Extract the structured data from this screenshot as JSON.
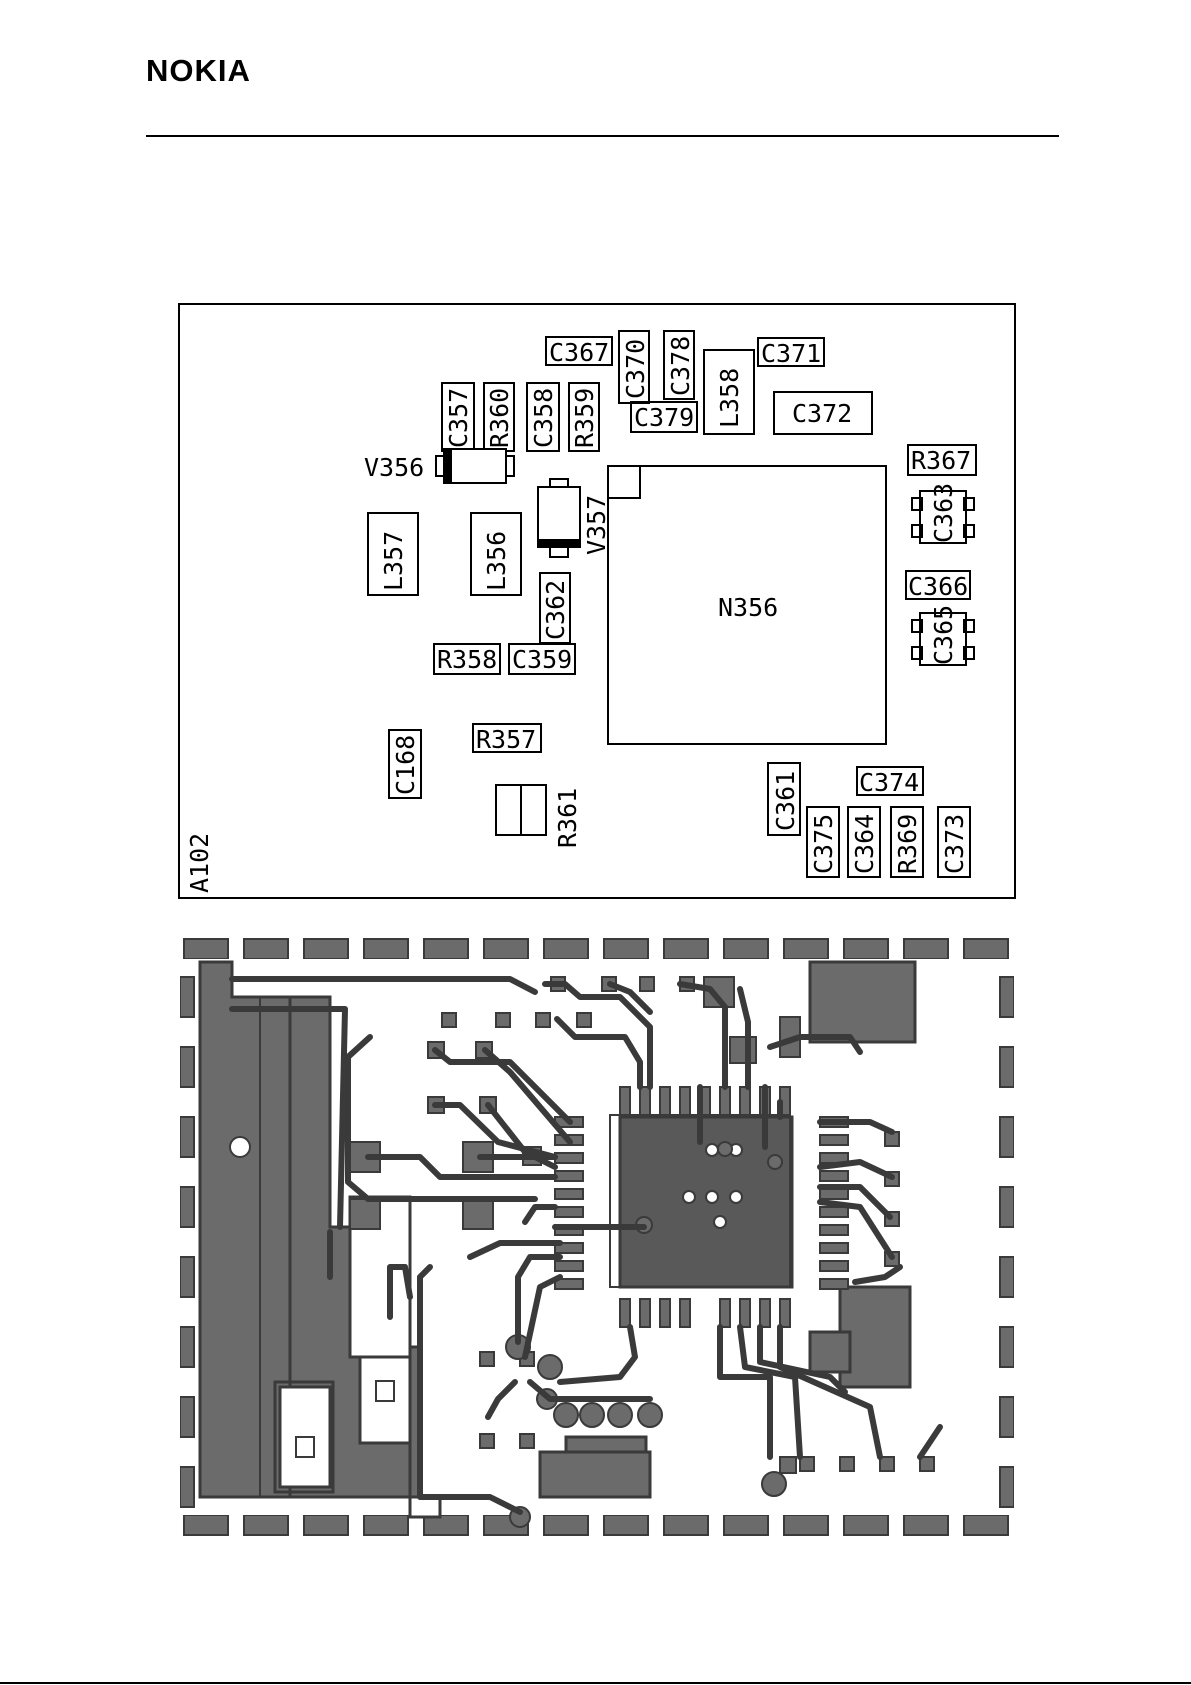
{
  "header": {
    "logo_text": "NOKIA"
  },
  "board": {
    "id": "A102",
    "components": [
      {
        "ref": "C367",
        "rot": 0
      },
      {
        "ref": "C370",
        "rot": 270
      },
      {
        "ref": "C378",
        "rot": 270
      },
      {
        "ref": "C371",
        "rot": 0
      },
      {
        "ref": "C357",
        "rot": 270
      },
      {
        "ref": "R360",
        "rot": 270
      },
      {
        "ref": "C358",
        "rot": 270
      },
      {
        "ref": "R359",
        "rot": 270
      },
      {
        "ref": "C379",
        "rot": 0
      },
      {
        "ref": "L358",
        "rot": 270
      },
      {
        "ref": "C372",
        "rot": 0
      },
      {
        "ref": "R367",
        "rot": 0
      },
      {
        "ref": "V356",
        "rot": 0
      },
      {
        "ref": "V357",
        "rot": 270
      },
      {
        "ref": "C363",
        "rot": 270
      },
      {
        "ref": "L357",
        "rot": 270
      },
      {
        "ref": "L356",
        "rot": 270
      },
      {
        "ref": "N356",
        "rot": 0
      },
      {
        "ref": "C366",
        "rot": 0
      },
      {
        "ref": "C362",
        "rot": 270
      },
      {
        "ref": "C365",
        "rot": 270
      },
      {
        "ref": "R358",
        "rot": 0
      },
      {
        "ref": "C359",
        "rot": 0
      },
      {
        "ref": "R357",
        "rot": 0
      },
      {
        "ref": "C168",
        "rot": 270
      },
      {
        "ref": "C374",
        "rot": 270
      },
      {
        "ref": "C361",
        "rot": 0
      },
      {
        "ref": "R361",
        "rot": 270
      },
      {
        "ref": "C375",
        "rot": 270
      },
      {
        "ref": "C364",
        "rot": 270
      },
      {
        "ref": "R369",
        "rot": 270
      },
      {
        "ref": "C373",
        "rot": 270
      }
    ]
  },
  "colors": {
    "ink": "#000000",
    "copper": "#6b6b6b",
    "copper_edge": "#3a3a3a",
    "paper": "#ffffff"
  }
}
